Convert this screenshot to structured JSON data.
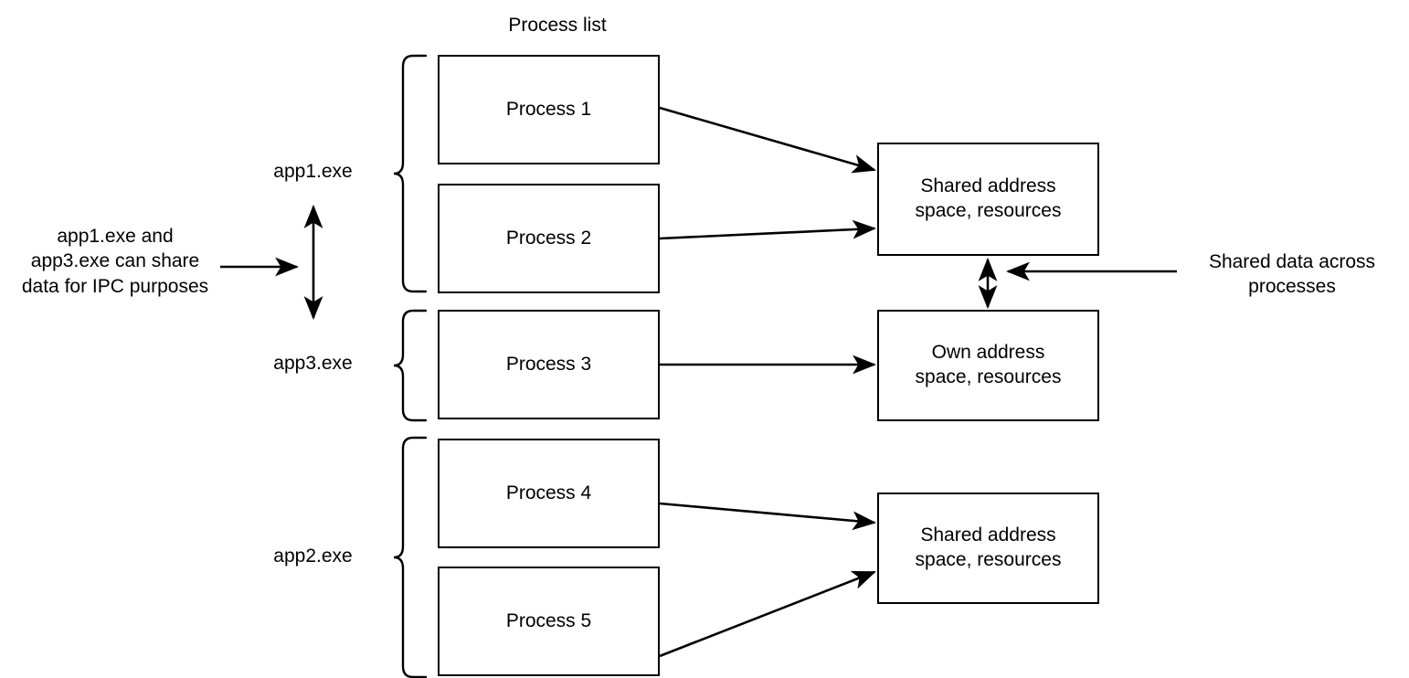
{
  "diagram": {
    "title": "Process list",
    "process_boxes": [
      {
        "id": "process-1",
        "label": "Process 1"
      },
      {
        "id": "process-2",
        "label": "Process 2"
      },
      {
        "id": "process-3",
        "label": "Process 3"
      },
      {
        "id": "process-4",
        "label": "Process 4"
      },
      {
        "id": "process-5",
        "label": "Process 5"
      }
    ],
    "memory_boxes": [
      {
        "id": "shared-address-space-top",
        "label": "Shared address\nspace, resources"
      },
      {
        "id": "own-address-space",
        "label": "Own address\nspace, resources"
      },
      {
        "id": "shared-address-space-bottom",
        "label": "Shared address\nspace, resources"
      }
    ],
    "group_labels": [
      {
        "id": "app1",
        "label": "app1.exe"
      },
      {
        "id": "app3",
        "label": "app3.exe"
      },
      {
        "id": "app2",
        "label": "app2.exe"
      }
    ],
    "annotations": [
      {
        "id": "ipc-note",
        "label": "app1.exe and\napp3.exe can share\ndata for IPC purposes"
      },
      {
        "id": "shared-data-note",
        "label": "Shared data across\nprocesses"
      }
    ],
    "colors": {
      "stroke": "#000000",
      "fill": "#ffffff",
      "text": "#000000"
    }
  }
}
